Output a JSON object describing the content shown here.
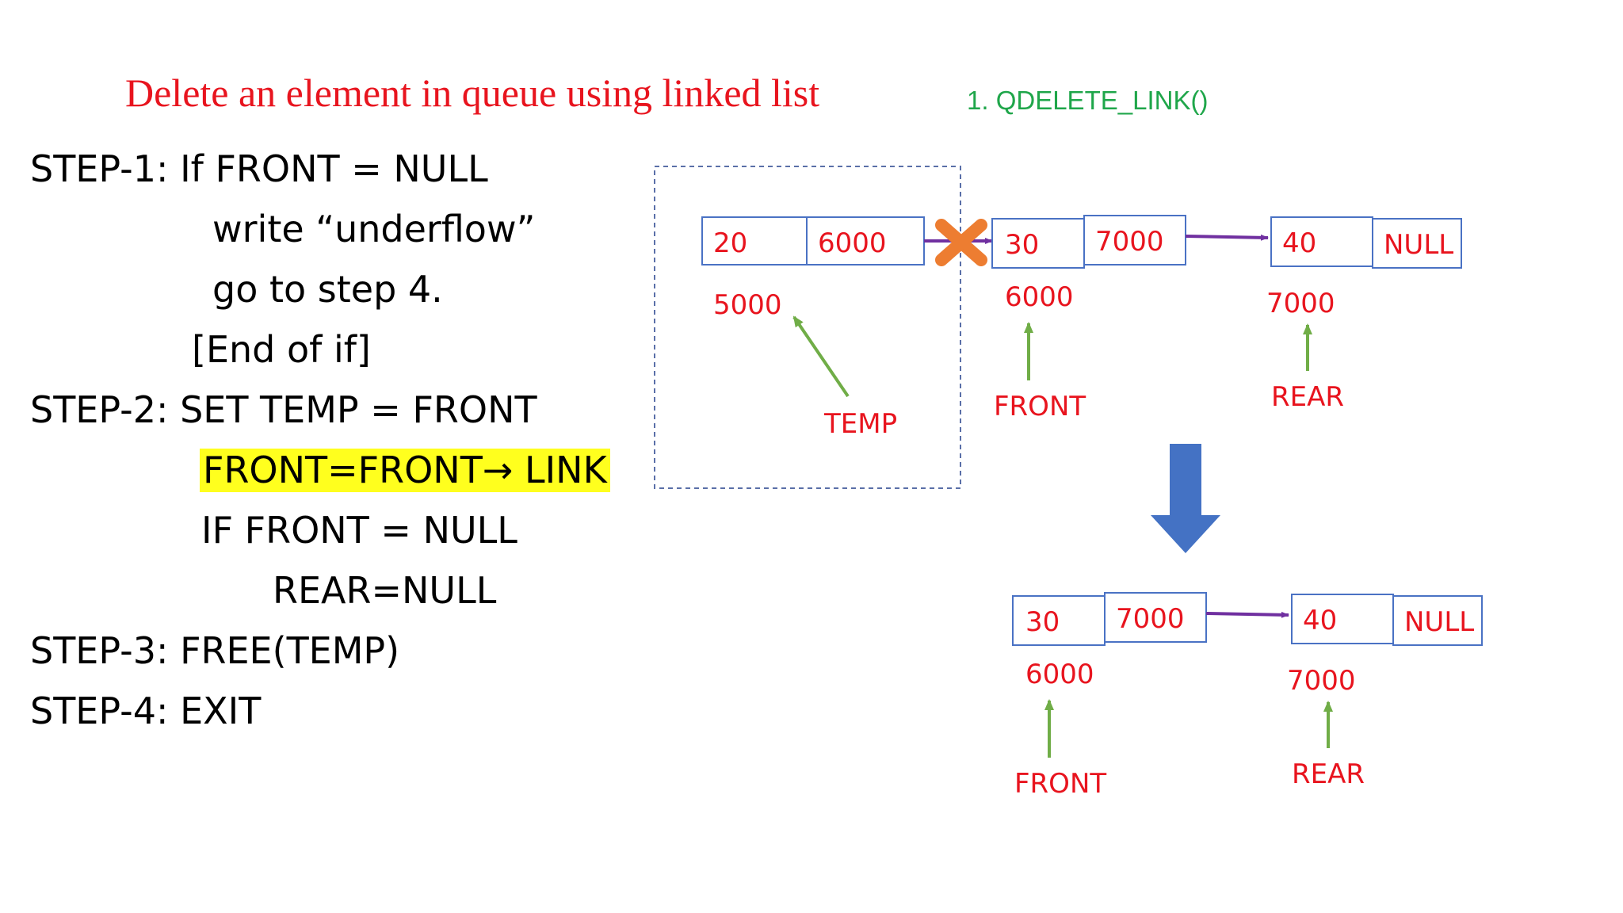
{
  "title": "Delete an element in queue using linked list",
  "subtitle": "1. QDELETE_LINK()",
  "algorithm": [
    {
      "text": "STEP-1:  If FRONT = NULL"
    },
    {
      "text": "write “underflow”"
    },
    {
      "text": "go to step 4."
    },
    {
      "text": "[End of if]"
    },
    {
      "text": "STEP-2:   SET TEMP = FRONT"
    },
    {
      "text": "FRONT=FRONT→ LINK",
      "highlighted": true
    },
    {
      "text": "IF FRONT = NULL"
    },
    {
      "text": "REAR=NULL"
    },
    {
      "text": "STEP-3: FREE(TEMP)"
    },
    {
      "text": "STEP-4: EXIT"
    }
  ],
  "before": {
    "nodes": [
      {
        "data": "20",
        "link": "6000",
        "address": "5000"
      },
      {
        "data": "30",
        "link": "7000",
        "address": "6000"
      },
      {
        "data": "40",
        "link": "NULL",
        "address": "7000"
      }
    ],
    "pointers": {
      "temp": "TEMP",
      "front": "FRONT",
      "rear": "REAR"
    }
  },
  "after": {
    "nodes": [
      {
        "data": "30",
        "link": "7000",
        "address": "6000"
      },
      {
        "data": "40",
        "link": "NULL",
        "address": "7000"
      }
    ],
    "pointers": {
      "front": "FRONT",
      "rear": "REAR"
    }
  },
  "colors": {
    "title": "#e8141e",
    "subtitle": "#1fa64a",
    "node_text": "#e8141e",
    "node_border": "#4a72c4",
    "link_arrow": "#7030a0",
    "pointer_arrow": "#70ad47",
    "transition_arrow": "#4472c4",
    "cross": "#ed7d31",
    "highlight": "#ffff1e"
  }
}
